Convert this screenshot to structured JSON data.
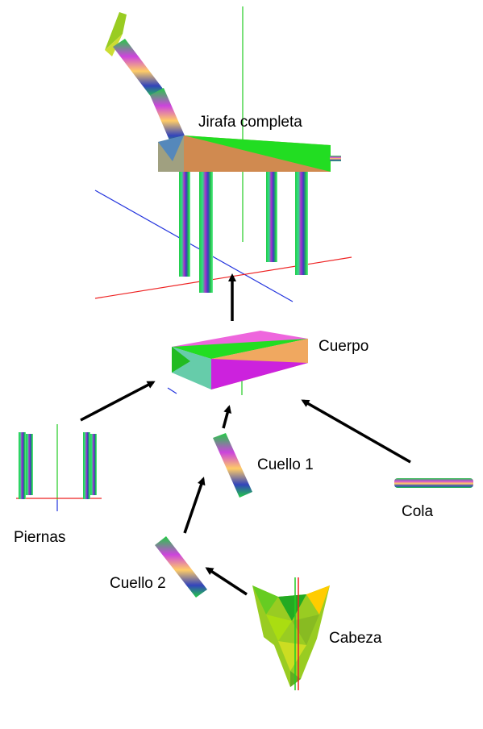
{
  "labels": {
    "full": "Jirafa completa",
    "body": "Cuerpo",
    "neck1": "Cuello 1",
    "tail": "Cola",
    "legs": "Piernas",
    "neck2": "Cuello 2",
    "head": "Cabeza"
  },
  "colors": {
    "axis_x": "#ff0000",
    "axis_y": "#00cc00",
    "axis_z": "#0000ff",
    "arrow": "#000000",
    "green": "#22dd22",
    "orange": "#d08a50",
    "magenta": "#cc22dd",
    "pink": "#ee66dd",
    "teal": "#66ccaa",
    "light_orange": "#f0a860",
    "gray": "#a0a080",
    "steel_blue": "#5588bb",
    "yellow": "#ffcc00",
    "yellow_green": "#99cc22"
  }
}
